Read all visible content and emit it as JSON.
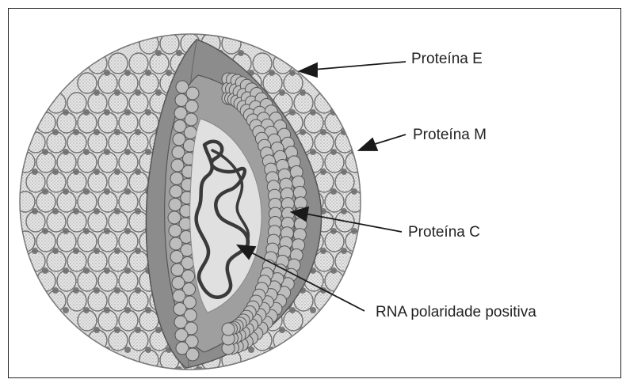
{
  "labels": {
    "protein_e": "Proteína E",
    "protein_m": "Proteína M",
    "protein_c": "Proteína C",
    "rna": "RNA polaridade positiva"
  }
}
